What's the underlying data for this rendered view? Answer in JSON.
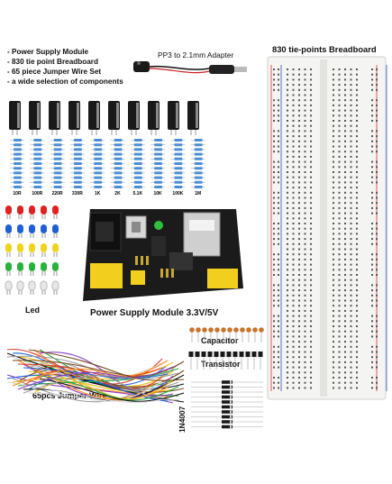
{
  "bullets": [
    "- Power Supply Module",
    "- 830 tie point Breadboard",
    "- 65 piece Jumper Wire Set",
    "- a wide selection of components"
  ],
  "labels": {
    "breadboard": "830 tie-points Breadboard",
    "adapter": "PP3 to 2.1mm Adapter",
    "power_module": "Power Supply Module 3.3V/5V",
    "led": "Led",
    "jumper": "65pcs Jumper Wire",
    "capacitor": "Capacitor",
    "transistor": "Transistor",
    "diode": "1N4007"
  },
  "resistor_values": [
    "10R",
    "100R",
    "220R",
    "330R",
    "1K",
    "2K",
    "5.1K",
    "10K",
    "100K",
    "1M"
  ],
  "colors": {
    "breadboard_red": "#d9302c",
    "breadboard_blue": "#2a56c6",
    "capacitor_body": "#1a1a1a",
    "resistor_body": "#4a8fd6",
    "module_board": "#1b1b1b",
    "led_colors": [
      "#e32020",
      "#1e5fd8",
      "#f1d31c",
      "#27b33a",
      "#e8e8e8"
    ]
  }
}
